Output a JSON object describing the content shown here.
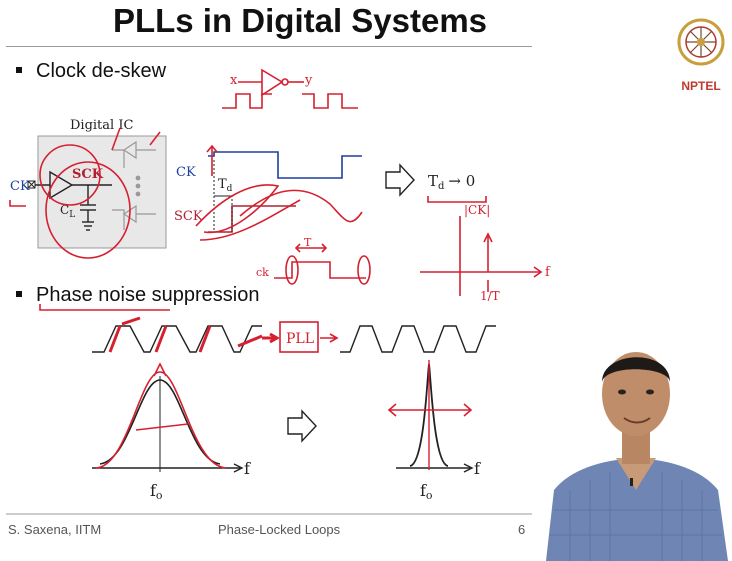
{
  "slide": {
    "title": "PLLs in Digital Systems",
    "bullets": [
      "Clock de-skew",
      "Phase noise suppression"
    ],
    "footer_left": "S. Saxena, IITM",
    "footer_center": "Phase-Locked Loops",
    "page_number": "6"
  },
  "logo": {
    "text": "NPTEL"
  },
  "diagram": {
    "chip_label": "Digital IC",
    "ck": "CK",
    "sck": "SCK",
    "cl": "C",
    "cl_sub": "L",
    "td": "T",
    "td_sub": "d",
    "td_result": "→ 0",
    "fo": "f",
    "fo_sub": "o",
    "f_axis": "f",
    "pll": "PLL",
    "hand_x": "x",
    "hand_y": "y",
    "hand_ck_spec": "|CK|",
    "hand_inv_t": "1/T",
    "hand_f": "f",
    "hand_ck": "ck",
    "hand_t": "T"
  },
  "colors": {
    "accent_blue": "#1f3f9f",
    "sck_red": "#b02030",
    "ink_red": "#d62030"
  }
}
